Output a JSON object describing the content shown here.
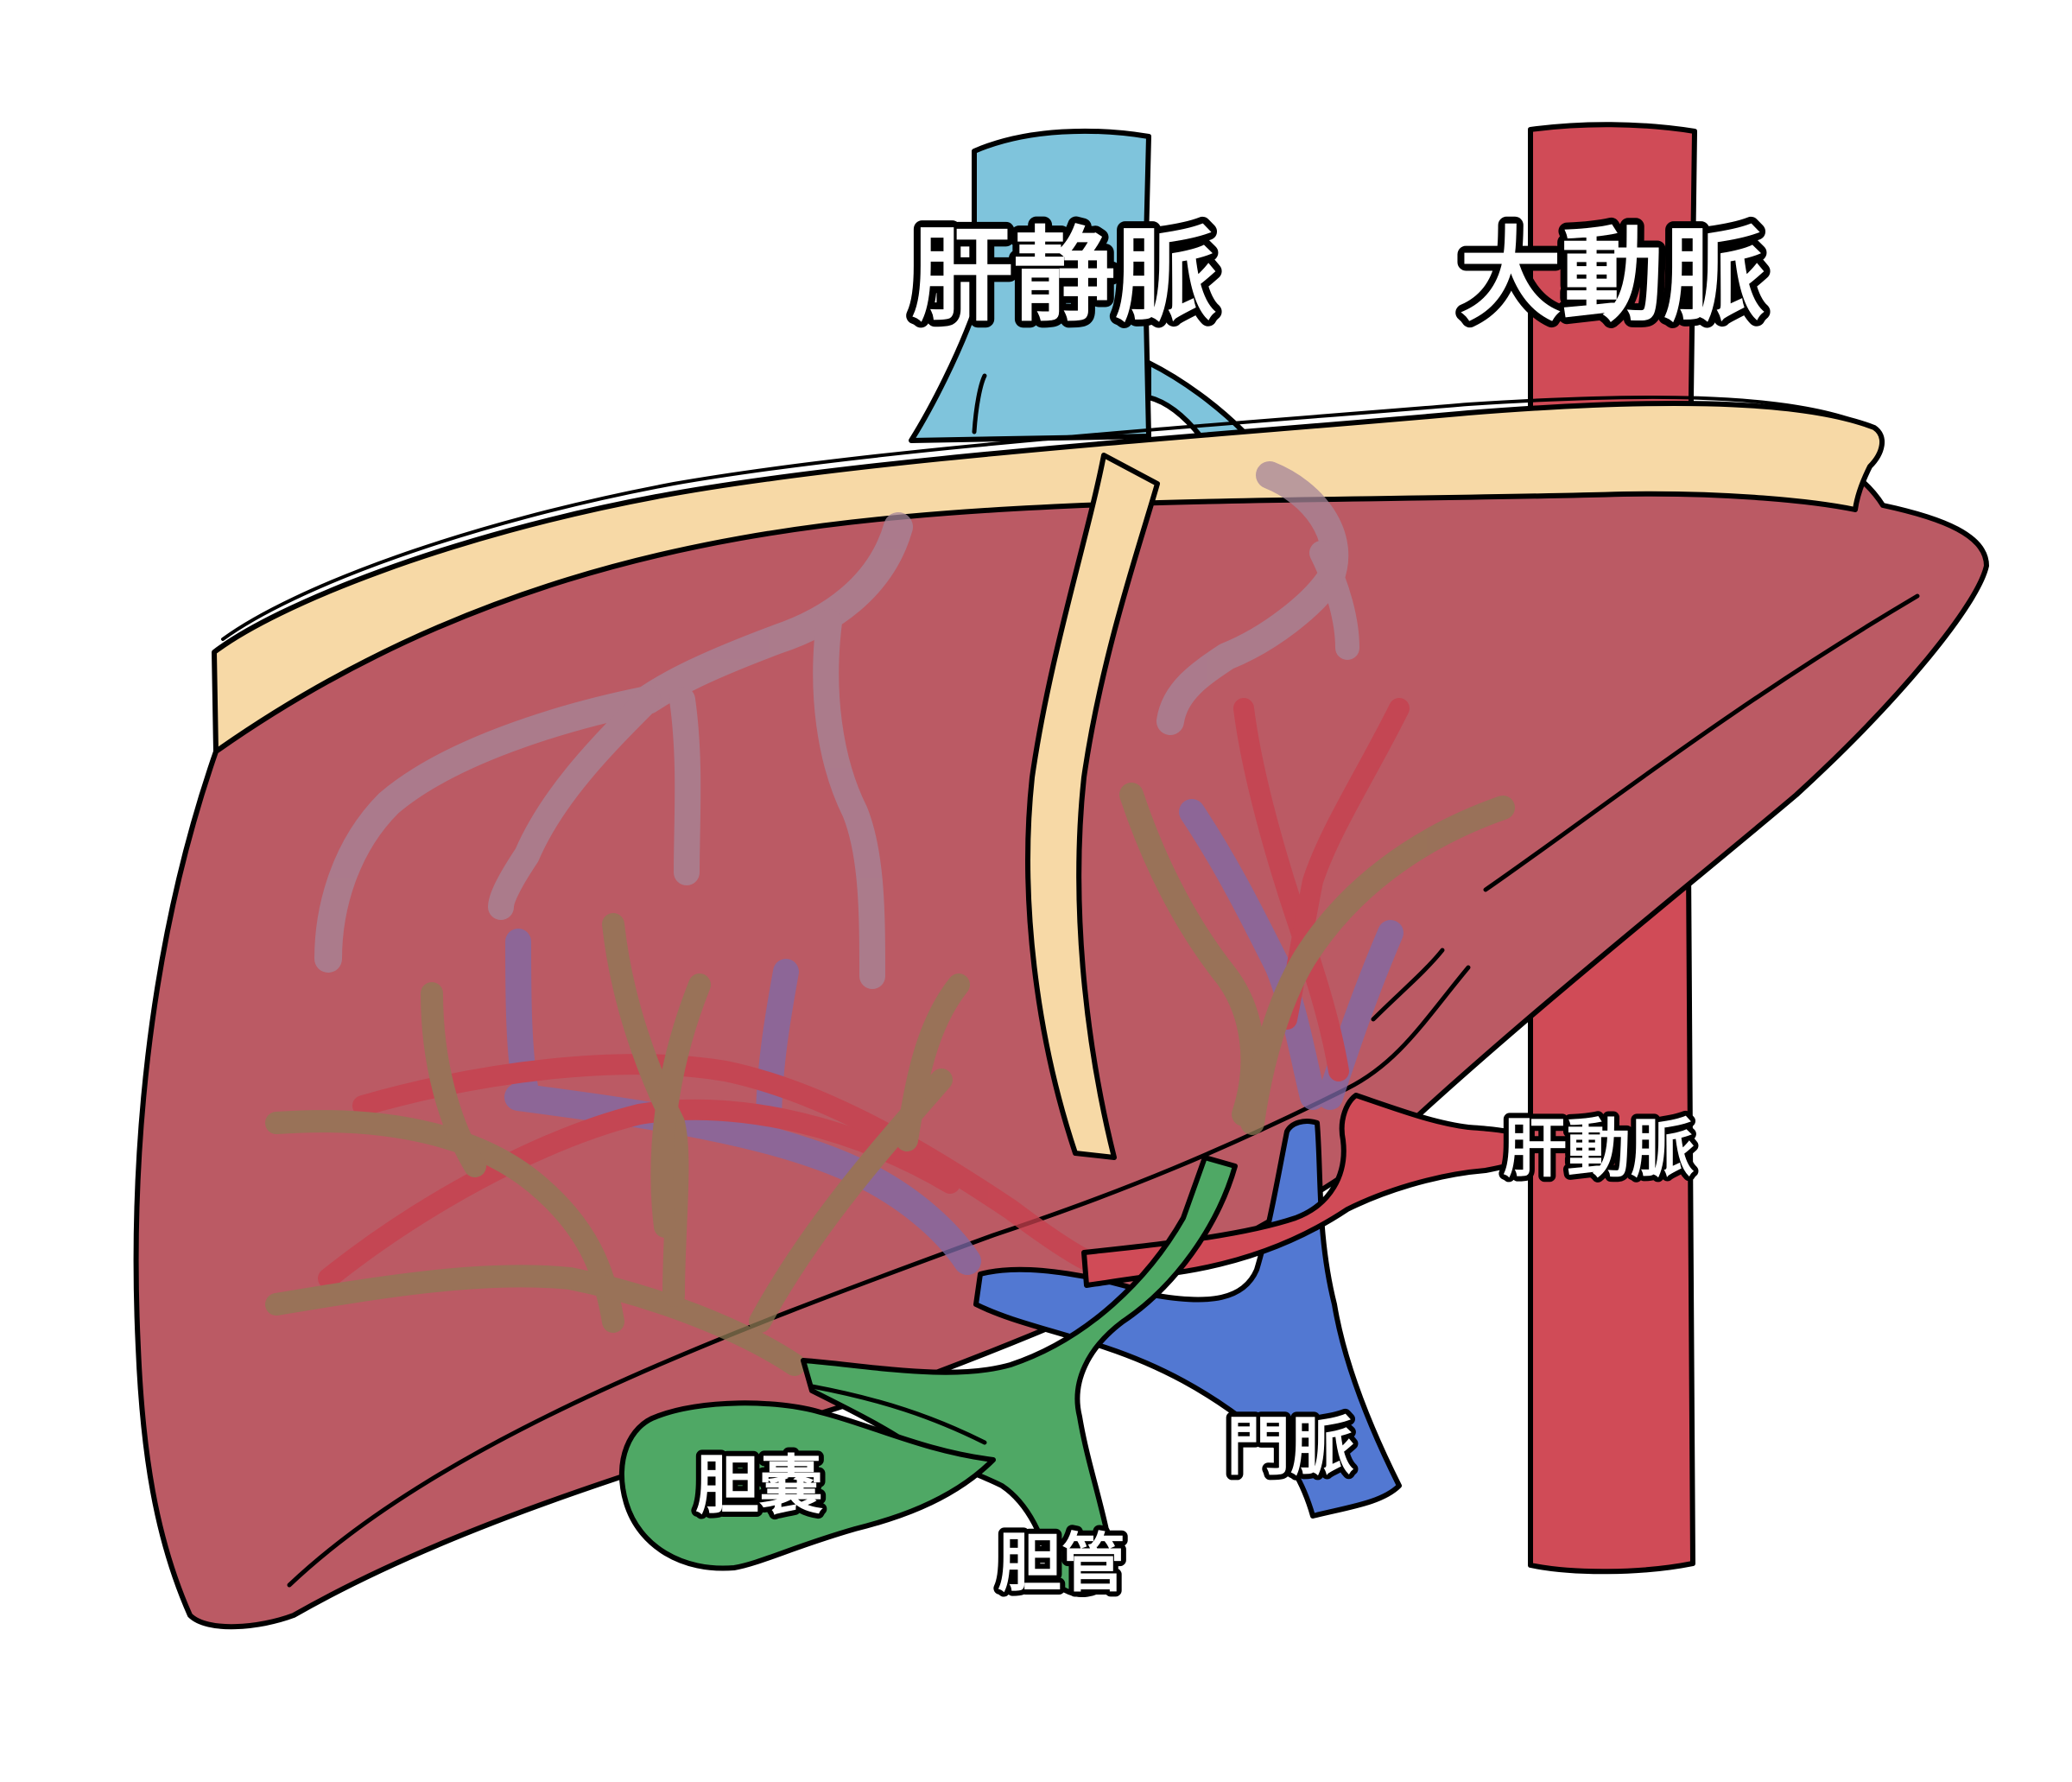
{
  "labels": {
    "hepatic_vein": "肝静脈",
    "aorta": "大動脈",
    "hepatic_artery": "肝動脈",
    "portal_vein": "門脈",
    "gallbladder": "胆嚢",
    "bile_duct": "胆管"
  },
  "colors": {
    "liver": "#bb5a64",
    "ligament": "#f7d9a6",
    "hepatic_vein": "#7fc4dc",
    "aorta": "#d04b57",
    "hepatic_artery": "#d04b57",
    "portal_vein": "#5278d2",
    "bile": "#4fa865",
    "outline": "#000000"
  }
}
